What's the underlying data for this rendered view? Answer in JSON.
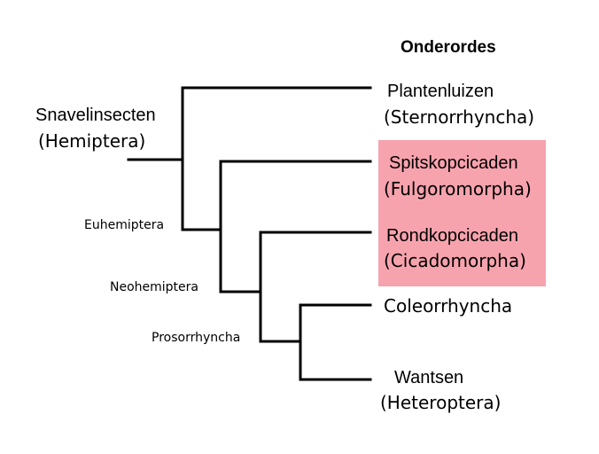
{
  "header": {
    "title": "Onderordes"
  },
  "root": {
    "name": "Snavelinsecten",
    "latin": "(Hemiptera)"
  },
  "clades": {
    "euhemiptera": "Euhemiptera",
    "neohemiptera": "Neohemiptera",
    "prosorrhyncha": "Prosorrhyncha"
  },
  "leaves": [
    {
      "name": "Plantenluizen",
      "latin": "(Sternorrhyncha)"
    },
    {
      "name": "Spitskopcicaden",
      "latin": "(Fulgoromorpha)"
    },
    {
      "name": "Rondkopcicaden",
      "latin": "(Cicadomorpha)"
    },
    {
      "name": "Coleorrhyncha",
      "latin": ""
    },
    {
      "name": "Wantsen",
      "latin": "(Heteroptera)"
    }
  ],
  "colors": {
    "highlight": "#f7a3ae",
    "line": "#000000"
  }
}
